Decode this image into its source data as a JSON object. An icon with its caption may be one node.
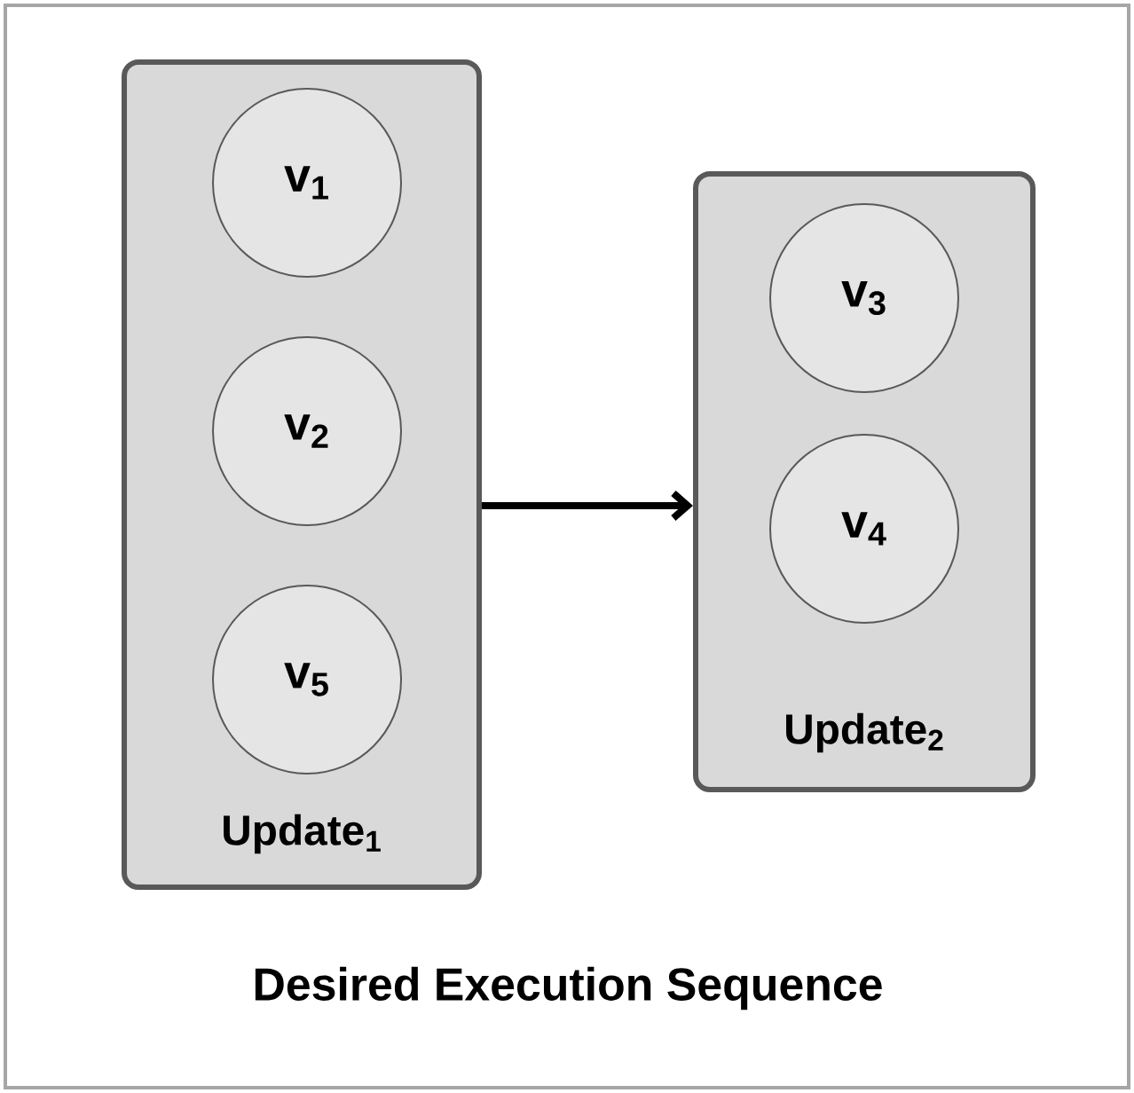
{
  "diagram": {
    "caption": "Desired Execution Sequence",
    "nodes": [
      {
        "text": [
          "Update$_{1}$"
        ]
      },
      {
        "text": [
          "v$_{1}$"
        ],
        "in": 0
      },
      {
        "text": [
          "v$_{2}$"
        ],
        "in": 0
      },
      {
        "text": [
          "v$_{5}$"
        ],
        "in": 0
      },
      {
        "text": [
          "Update$_{2}$"
        ]
      },
      {
        "text": [
          "v$_{3}$"
        ],
        "in": 4
      },
      {
        "text": [
          "v$_{4}$"
        ],
        "in": 4
      }
    ],
    "edges": [
      {
        "from": 0,
        "to": 4,
        "arrow": "to"
      }
    ]
  }
}
